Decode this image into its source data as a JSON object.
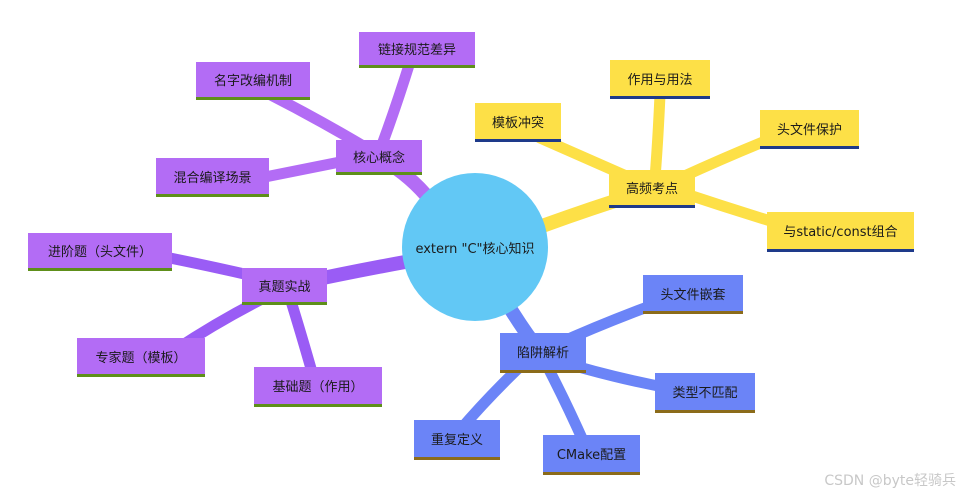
{
  "center": {
    "label": "extern \"C\"核心知识"
  },
  "branches": {
    "core": {
      "label": "核心概念",
      "items": [
        "链接规范差异",
        "名字改编机制",
        "混合编译场景"
      ]
    },
    "practice": {
      "label": "真题实战",
      "items": [
        "进阶题（头文件）",
        "专家题（模板）",
        "基础题（作用）"
      ]
    },
    "frequent": {
      "label": "高频考点",
      "items": [
        "作用与用法",
        "模板冲突",
        "头文件保护",
        "与static/const组合"
      ]
    },
    "pitfall": {
      "label": "陷阱解析",
      "items": [
        "头文件嵌套",
        "类型不匹配",
        "重复定义",
        "CMake配置"
      ]
    }
  },
  "colors": {
    "purple": "#b36cf5",
    "yellow": "#fde047",
    "blue": "#6b84f7",
    "center": "#62c8f5"
  },
  "watermark": "CSDN @byte轻骑兵"
}
